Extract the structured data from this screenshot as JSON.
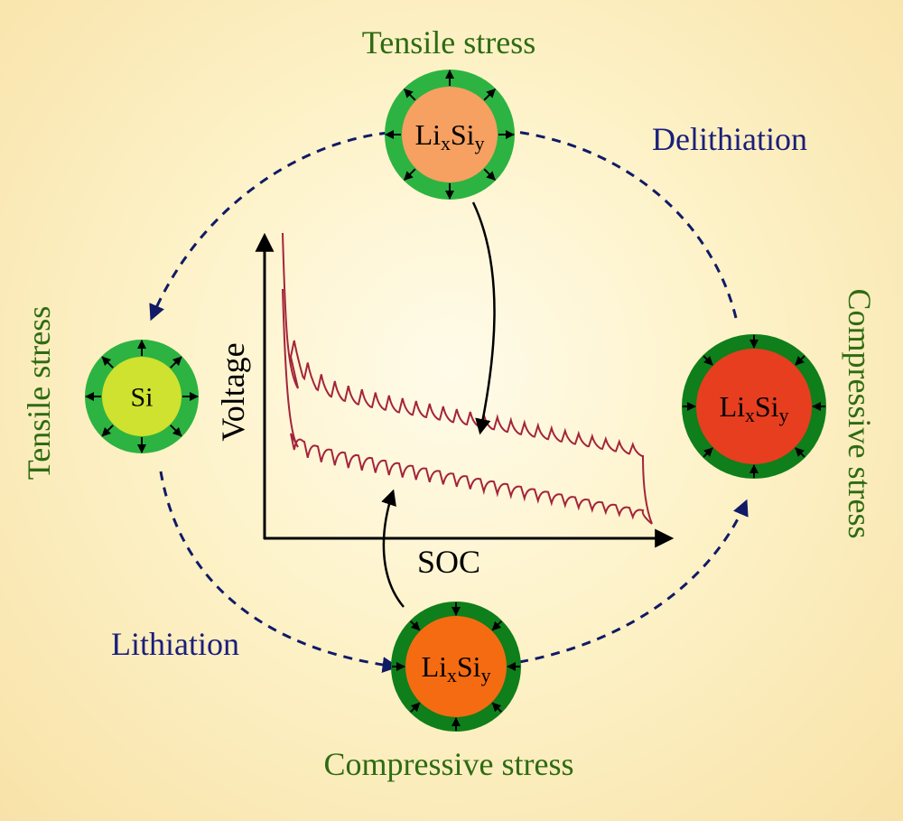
{
  "labels": {
    "top_stress": "Tensile stress",
    "left_stress": "Tensile stress",
    "right_stress": "Compressive stress",
    "bottom_stress": "Compressive stress",
    "delithiation": "Delithiation",
    "lithiation": "Lithiation",
    "y_axis": "Voltage",
    "x_axis": "SOC"
  },
  "particles": {
    "si": {
      "label": "Si",
      "core_color": "#cfe22f",
      "shell_color": "#2db341"
    },
    "top": {
      "main": "Li",
      "sub1": "x",
      "mid": "Si",
      "sub2": "y",
      "core_color": "#f6a061",
      "shell_color": "#2db341"
    },
    "right": {
      "main": "Li",
      "sub1": "x",
      "mid": "Si",
      "sub2": "y",
      "core_color": "#e63e1f",
      "shell_color": "#0e7f1a"
    },
    "bottom": {
      "main": "Li",
      "sub1": "x",
      "mid": "Si",
      "sub2": "y",
      "core_color": "#f46b12",
      "shell_color": "#0e7f1a"
    }
  },
  "colors": {
    "green_text": "#2e6b12",
    "blue_text": "#1a1f7a",
    "dashed_arrow": "#101a66",
    "curve": "#a3243a"
  }
}
